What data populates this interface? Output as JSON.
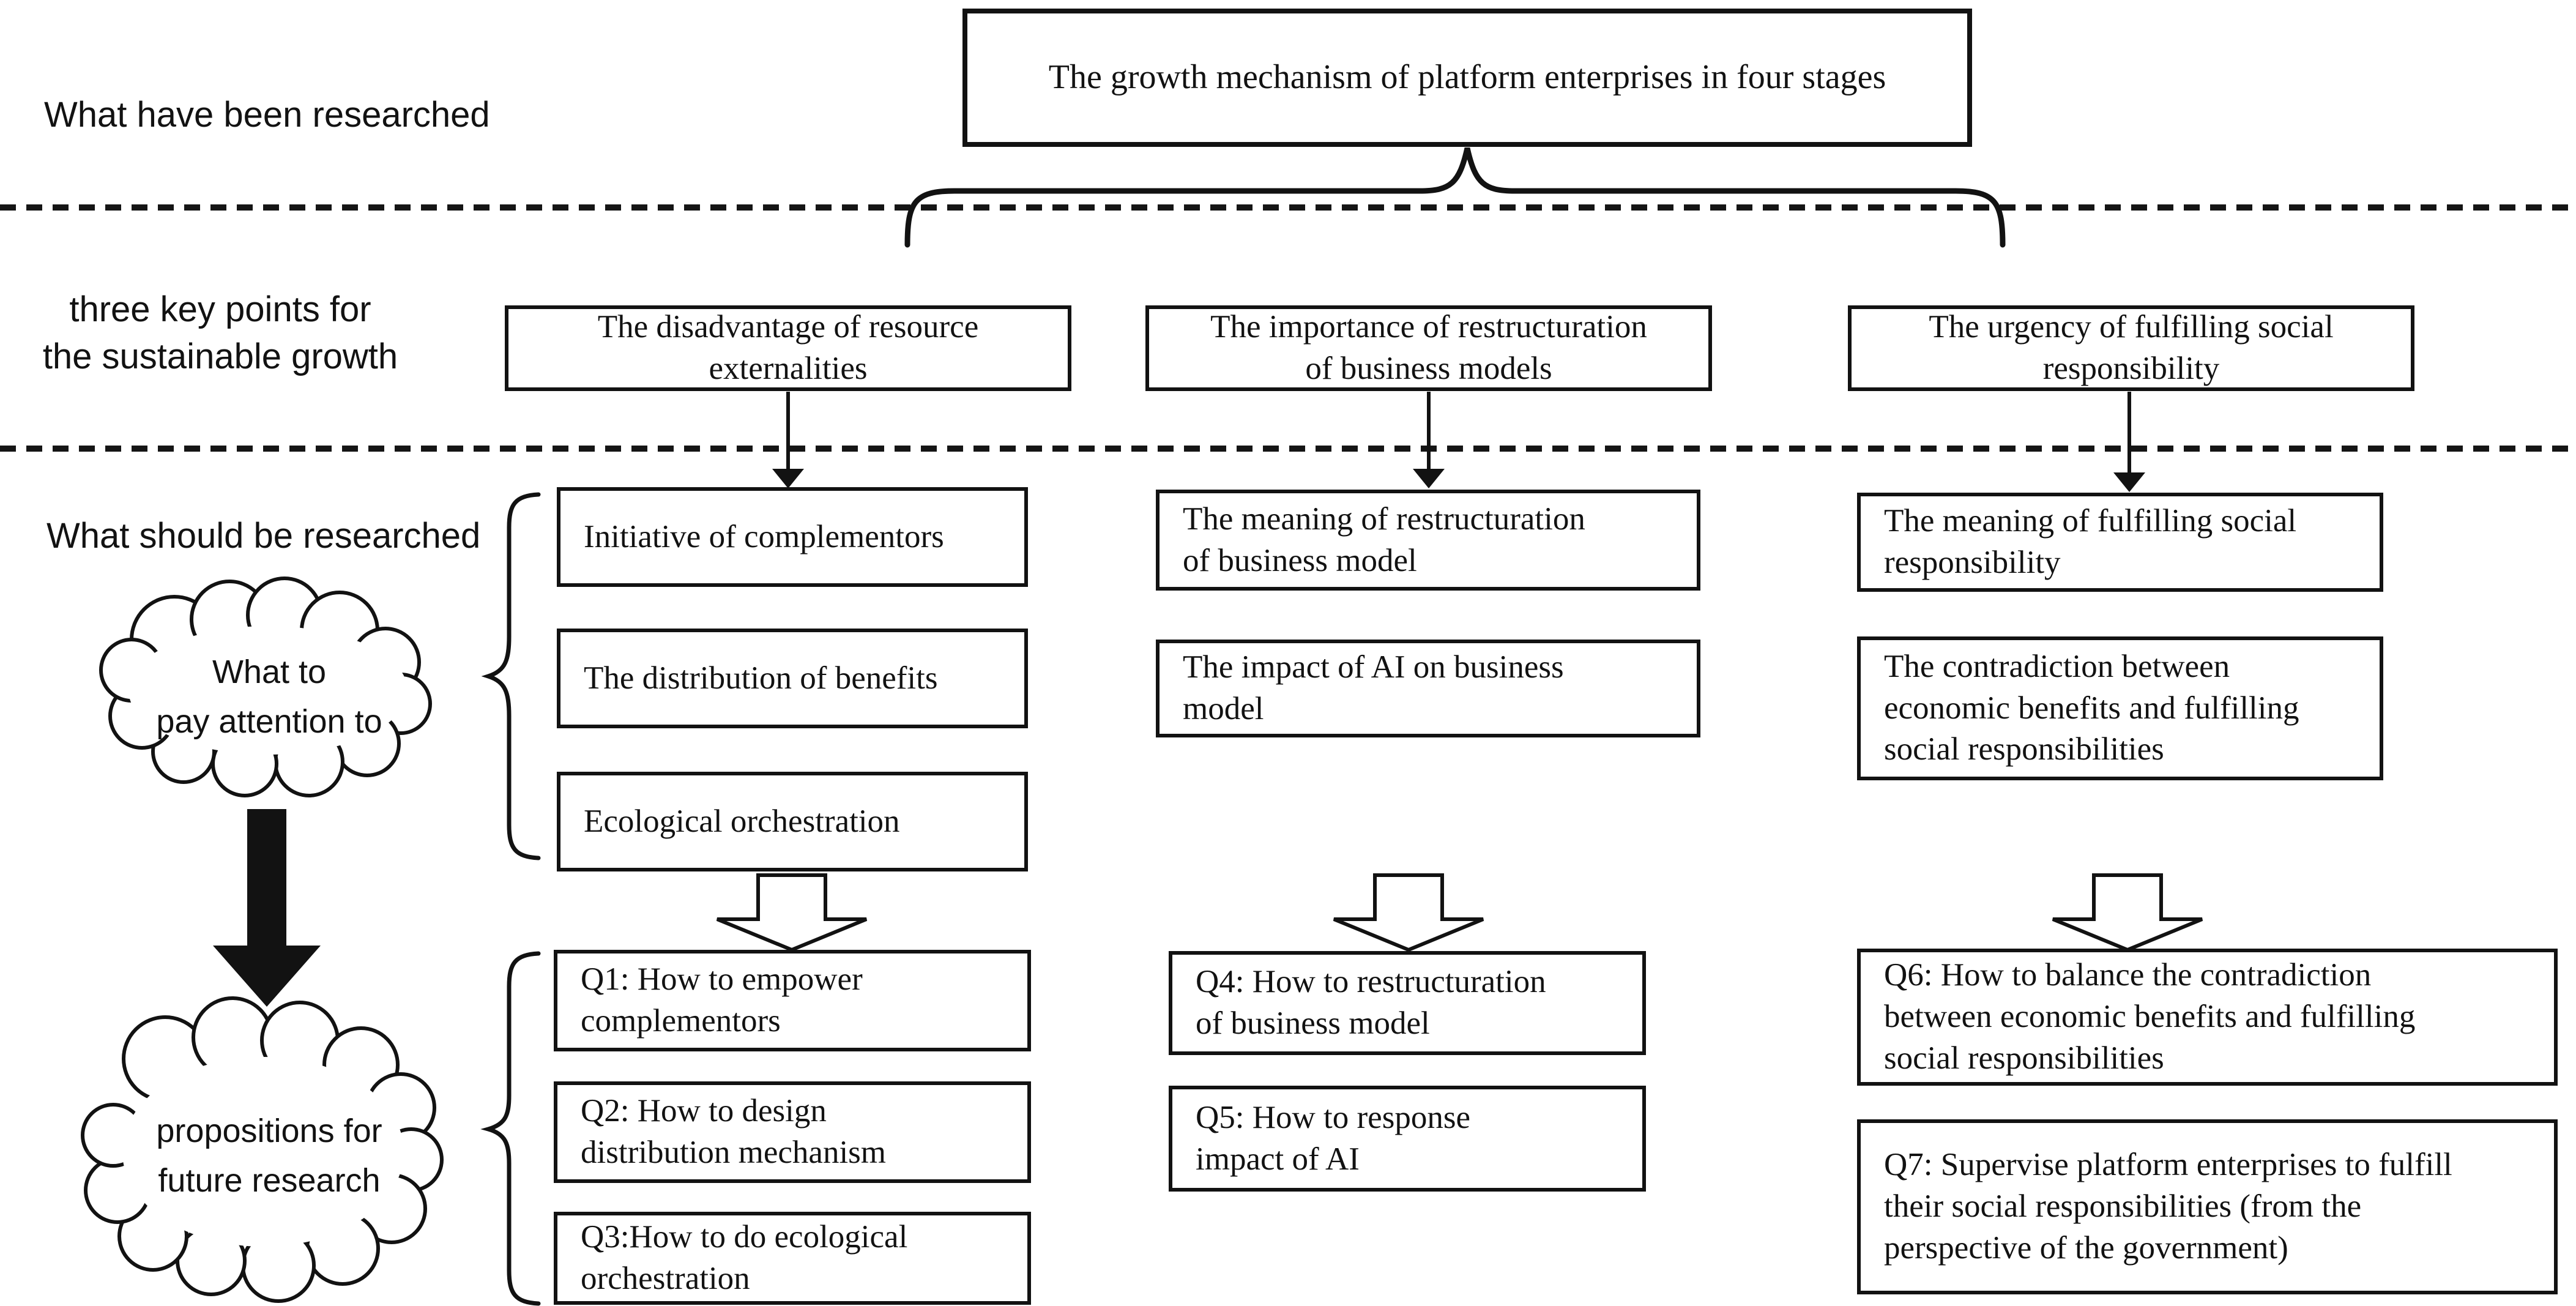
{
  "diagram": {
    "row_labels": {
      "researched": "What have been researched",
      "three_key_points": "three key points for\nthe sustainable growth",
      "should_be_researched": "What should be researched"
    },
    "title_box": "The growth mechanism of platform enterprises in four stages",
    "key_point_boxes": [
      "The disadvantage of resource\nexternalities",
      "The importance  of restructuration\nof  business models",
      "The urgency of fulfilling social\nresponsibility"
    ],
    "clouds": {
      "attention": "What to\npay attention to",
      "propositions": "propositions for\nfuture research"
    },
    "attention_boxes": {
      "col1": [
        "Initiative of complementors",
        "The distribution of benefits",
        "Ecological orchestration"
      ],
      "col2": [
        "The meaning of restructuration\nof business model",
        "The impact of AI on business\nmodel"
      ],
      "col3": [
        "The meaning of fulfilling social\nresponsibility",
        "The contradiction between\neconomic benefits and fulfilling\nsocial responsibilities"
      ]
    },
    "question_boxes": {
      "col1": [
        "Q1: How to empower\ncomplementors",
        "Q2: How to design\ndistribution mechanism",
        "Q3:How to do ecological\norchestration"
      ],
      "col2": [
        "Q4: How to restructuration\nof business model",
        "Q5: How to response\nimpact of AI"
      ],
      "col3": [
        "Q6: How to balance the contradiction\nbetween economic benefits and fulfilling\nsocial responsibilities",
        "Q7: Supervise platform enterprises to fulfill\ntheir social responsibilities (from the\nperspective of the government)"
      ]
    },
    "colors": {
      "ink": "#121212",
      "background": "#ffffff"
    }
  }
}
